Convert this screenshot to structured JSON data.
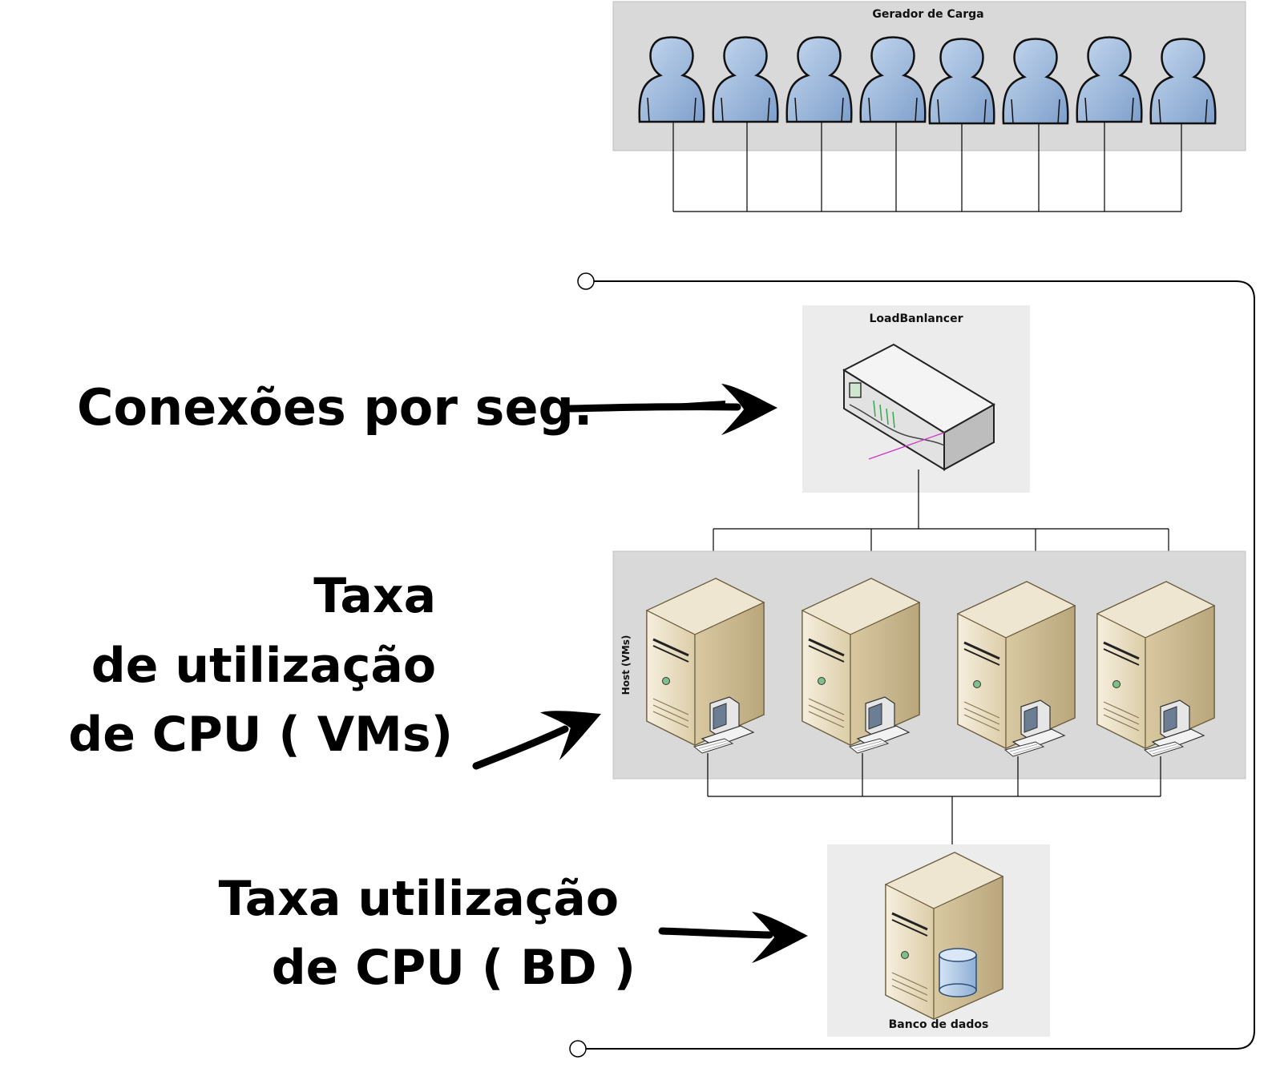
{
  "groups": {
    "load_generator": "Gerador de Carga",
    "load_balancer": "LoadBanlancer",
    "host": "Host (VMs)",
    "database": "Banco de dados"
  },
  "annotations": {
    "connections": "Conexões por seg.",
    "vm_cpu": [
      "Taxa",
      "de utilização",
      "de CPU ( VMs)"
    ],
    "db_cpu": [
      "Taxa utilização",
      "de CPU ( BD )"
    ]
  },
  "counts": {
    "users": 8,
    "vm_servers": 4
  },
  "colors": {
    "user_fill": "#9bb8dc",
    "server_face": "#e8dcc0",
    "group_bg_dark": "#d9d9d9",
    "group_bg_light": "#ececec",
    "db_cylinder": "#a9c6e6"
  }
}
